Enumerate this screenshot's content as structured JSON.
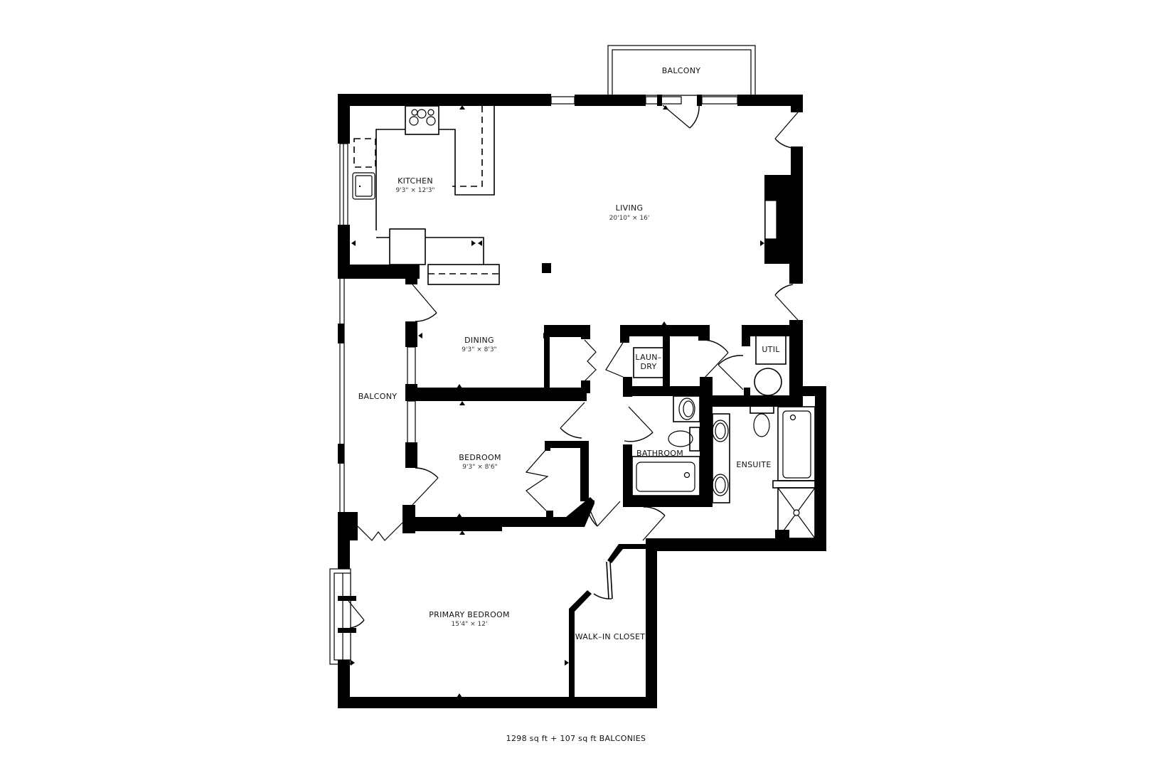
{
  "floorplan": {
    "rooms": {
      "balcony_top": {
        "name": "BALCONY"
      },
      "kitchen": {
        "name": "KITCHEN",
        "dims": "9'3\" × 12'3\""
      },
      "living": {
        "name": "LIVING",
        "dims": "20'10\" × 16'"
      },
      "dining": {
        "name": "DINING",
        "dims": "9'3\" × 8'3\""
      },
      "balcony_side": {
        "name": "BALCONY"
      },
      "laundry": {
        "line1": "LAUN–",
        "line2": "DRY"
      },
      "util": {
        "name": "UTIL"
      },
      "bathroom": {
        "name": "BATHROOM"
      },
      "ensuite": {
        "name": "ENSUITE"
      },
      "bedroom": {
        "name": "BEDROOM",
        "dims": "9'3\" × 8'6\""
      },
      "primary_bedroom": {
        "name": "PRIMARY BEDROOM",
        "dims": "15'4\" × 12'"
      },
      "walk_in_closet": {
        "name": "WALK–IN CLOSET"
      }
    },
    "area_summary": "1298 sq ft + 107 sq ft BALCONIES",
    "colors": {
      "wall": "#000000",
      "background": "#ffffff"
    }
  }
}
